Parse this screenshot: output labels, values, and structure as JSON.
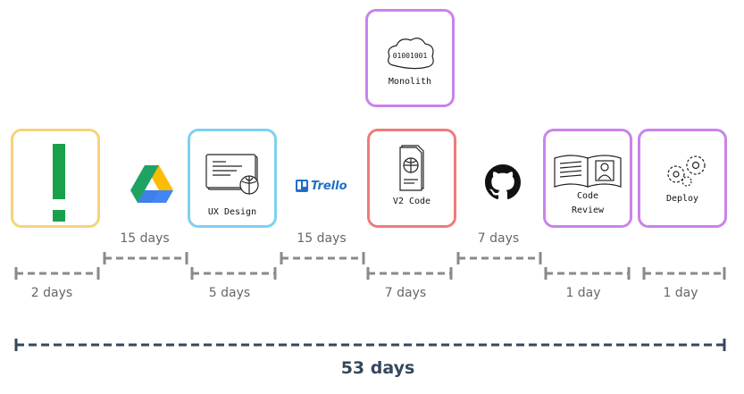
{
  "stages": {
    "alert": {
      "label": "",
      "border_color": "#f7d27a"
    },
    "ux_design": {
      "label": "UX Design",
      "border_color": "#7fd0f2"
    },
    "v2_code": {
      "label": "V2 Code",
      "border_color": "#ef7b7b"
    },
    "monolith": {
      "label": "Monolith",
      "border_color": "#c983ec",
      "cloud_text": "01001001"
    },
    "code_review": {
      "label_line1": "Code",
      "label_line2": "Review",
      "border_color": "#c983ec"
    },
    "deploy": {
      "label": "Deploy",
      "border_color": "#c983ec"
    }
  },
  "tools": {
    "drive": {
      "icon": "google-drive-icon"
    },
    "trello": {
      "icon": "trello-icon",
      "word": "Trello"
    },
    "github": {
      "icon": "github-icon"
    }
  },
  "durations": {
    "alert_days": "2 days",
    "drive_days": "15 days",
    "ux_days": "5 days",
    "trello_days": "15 days",
    "v2_days": "7 days",
    "github_days": "7 days",
    "review_days": "1 day",
    "deploy_days": "1 day"
  },
  "total": {
    "label": "53 days",
    "color": "#34485e"
  },
  "colors": {
    "segment": "#8a8a8a",
    "total_line": "#34485e",
    "alert_mark": "#1aa04a"
  }
}
